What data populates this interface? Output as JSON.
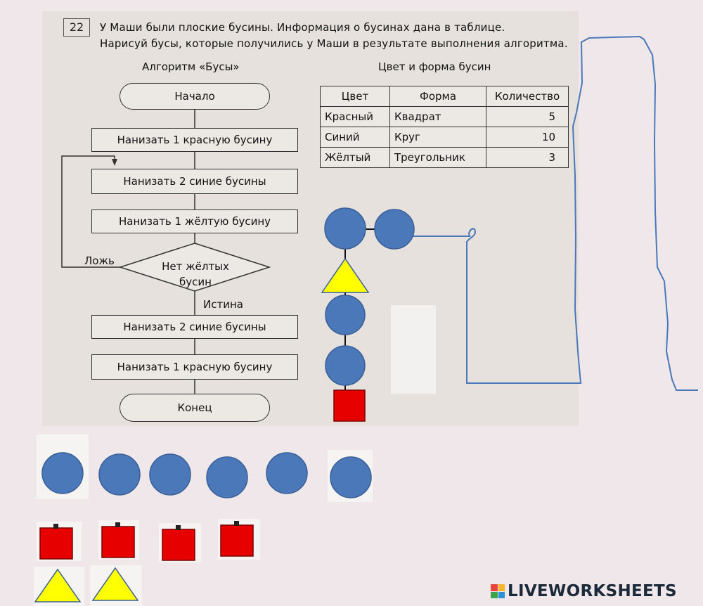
{
  "task": {
    "number": "22",
    "line1": "У Маши были плоские бусины. Информация о бусинах дана в таблице.",
    "line2": "Нарисуй бусы, которые получились у Маши в результате выполнения алгоритма."
  },
  "algorithm": {
    "title": "Алгоритм «Бусы»",
    "start": "Начало",
    "step1": "Нанизать 1 красную бусину",
    "step2": "Нанизать 2 синие бусины",
    "step3": "Нанизать 1 жёлтую бусину",
    "decision_line1": "Нет жёлтых",
    "decision_line2": "бусин",
    "false_label": "Ложь",
    "true_label": "Истина",
    "step4": "Нанизать 2 синие бусины",
    "step5": "Нанизать 1 красную бусину",
    "end": "Конец"
  },
  "bead_table": {
    "title": "Цвет и форма бусин",
    "headers": [
      "Цвет",
      "Форма",
      "Количество"
    ],
    "rows": [
      [
        "Красный",
        "Квадрат",
        "5"
      ],
      [
        "Синий",
        "Круг",
        "10"
      ],
      [
        "Жёлтый",
        "Треугольник",
        "3"
      ]
    ]
  },
  "colors": {
    "bead_blue": "#4a78b9",
    "bead_red": "#e60000",
    "bead_yellow": "#ffff00",
    "string_line": "#4a78b9"
  },
  "answer_chain": [
    "blue-circle",
    "blue-circle",
    "yellow-triangle",
    "blue-circle",
    "blue-circle",
    "red-square"
  ],
  "palette": {
    "blue_circles": 6,
    "red_squares": 4,
    "yellow_triangles": 2
  },
  "brand": {
    "logo_letters": [
      "L",
      "I",
      "V",
      "E"
    ],
    "name": "LIVEWORKSHEETS"
  }
}
